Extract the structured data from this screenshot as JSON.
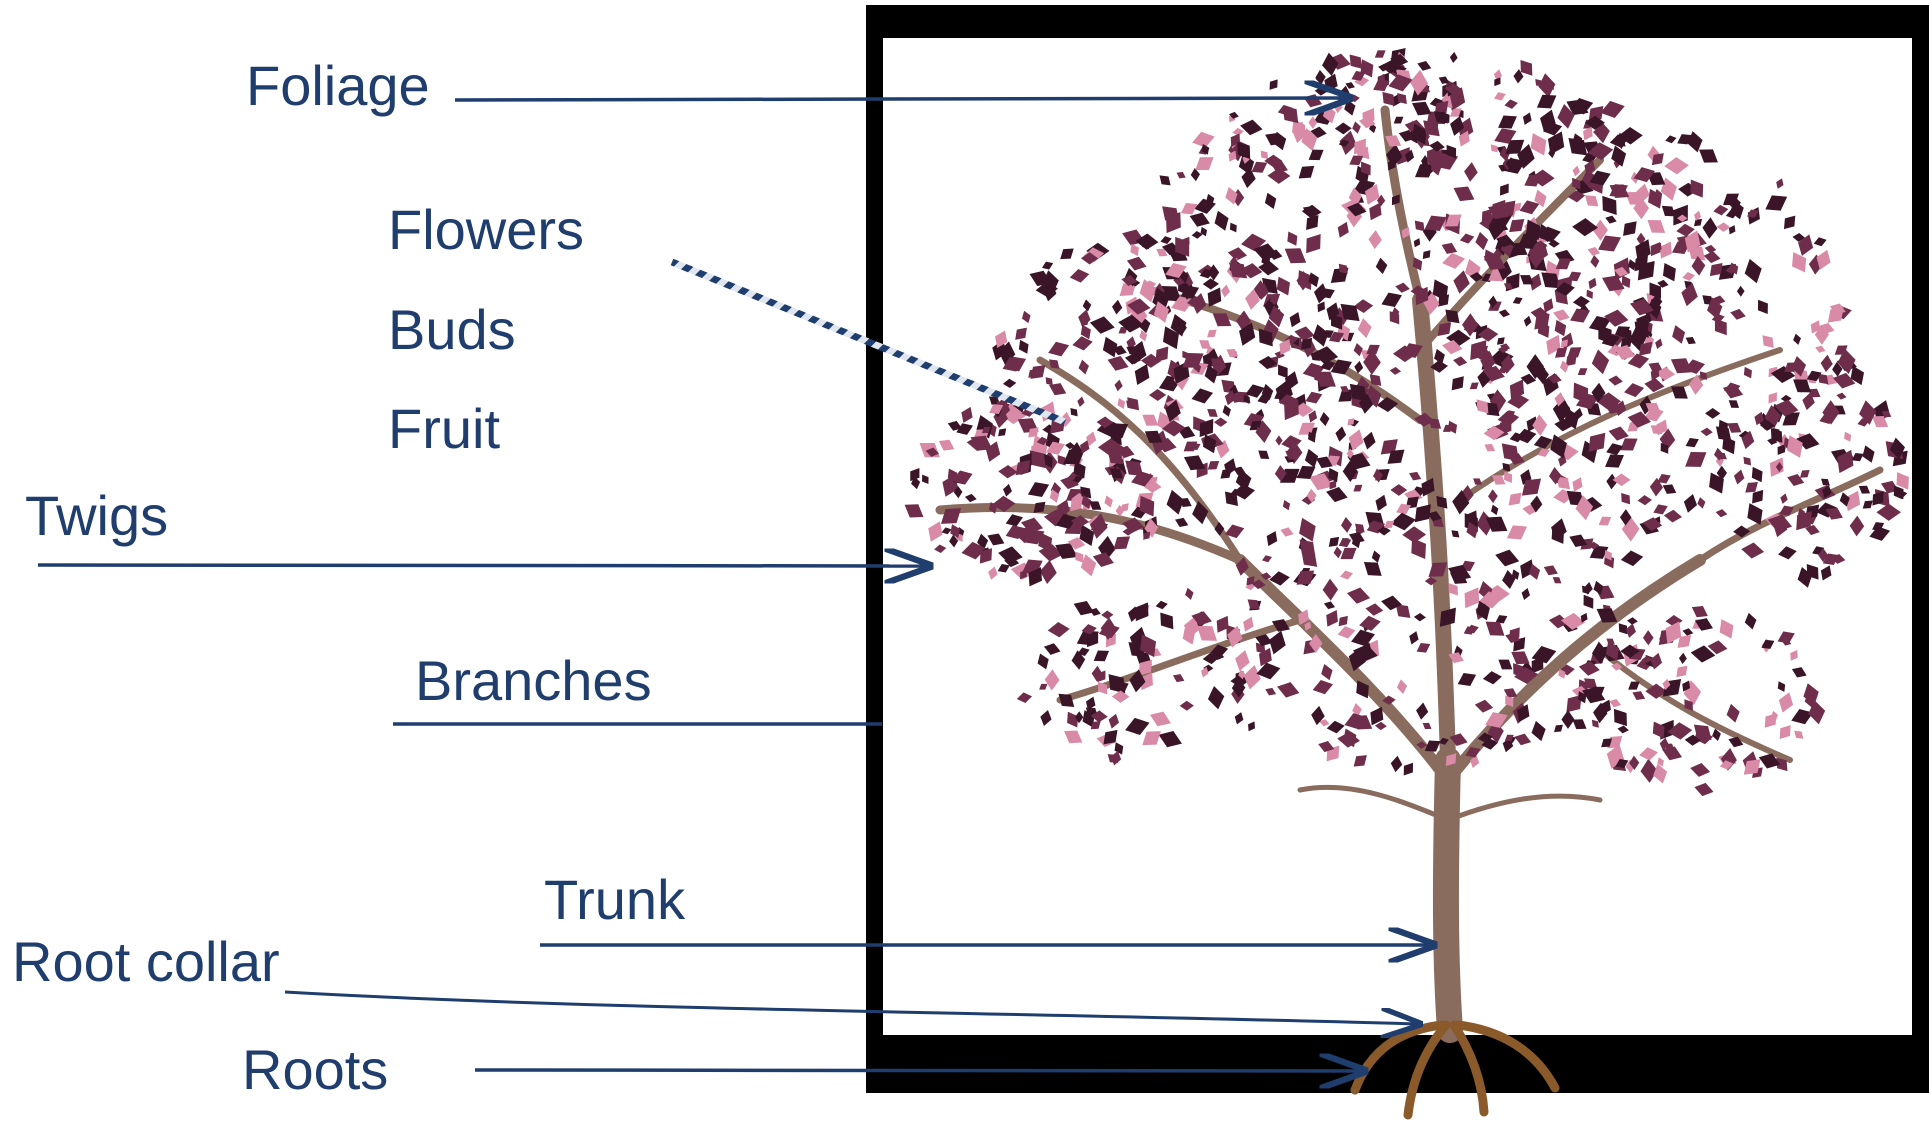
{
  "diagram": {
    "labels": {
      "foliage": "Foliage",
      "flowers": "Flowers",
      "buds": "Buds",
      "fruit": "Fruit",
      "twigs": "Twigs",
      "branches": "Branches",
      "trunk": "Trunk",
      "root_collar": "Root collar",
      "roots": "Roots"
    },
    "colors": {
      "label_text": "#1f3d6d",
      "leader_line": "#1f3d6d",
      "frame": "#000000",
      "trunk": "#8a6c5e",
      "roots": "#8b5a2b",
      "leaf_dark": "#3a1527",
      "leaf_mid": "#6e2e4b",
      "leaf_pink": "#d98aa6"
    },
    "icons": {
      "tree": "tree-illustration",
      "frame": "black-square-frame"
    }
  }
}
